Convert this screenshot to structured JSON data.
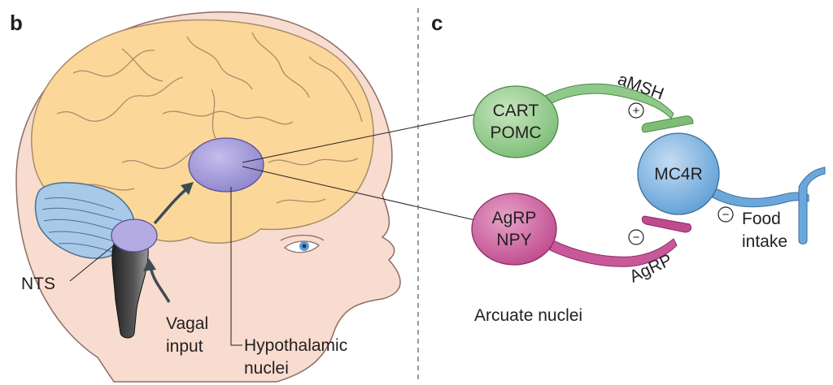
{
  "panels": {
    "left_label": "b",
    "right_label": "c"
  },
  "brain": {
    "nts_label": "NTS",
    "vagal_line1": "Vagal",
    "vagal_line2": "input",
    "hypothalamic_line1": "Hypothalamic",
    "hypothalamic_line2": "nuclei"
  },
  "circuit": {
    "pomc_line1": "CART",
    "pomc_line2": "POMC",
    "agrp_line1": "AgRP",
    "agrp_line2": "NPY",
    "mc4r": "MC4R",
    "amsh": "aMSH",
    "agrp_ligand": "AgRP",
    "plus_sign": "+",
    "minus_sign_agrp": "−",
    "minus_sign_food": "−",
    "food_line1": "Food",
    "food_line2": "intake",
    "arcuate": "Arcuate nuclei"
  },
  "colors": {
    "skin": "#f8dccf",
    "brain": "#fcd79a",
    "cerebellum": "#a9c9e8",
    "hypothalamus": "#9d95d6",
    "pomc_cell": "#8fc98a",
    "agrp_cell": "#c9589a",
    "mc4r_cell": "#6aa8dc"
  }
}
